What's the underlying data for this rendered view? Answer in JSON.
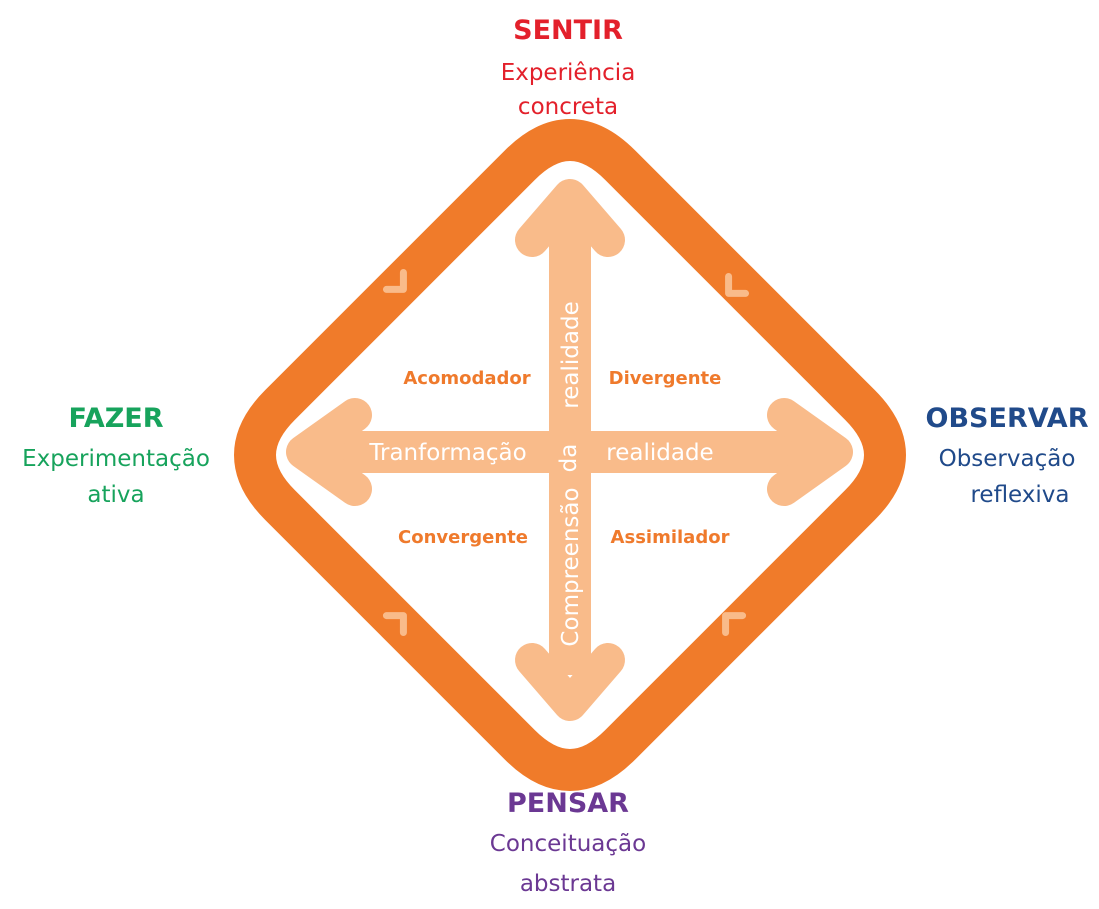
{
  "colors": {
    "cycle_orange": "#f07b2a",
    "axis_peach": "#f9bb8a",
    "quadrant_text": "#ef7a2c",
    "sentir": "#e3202b",
    "observar": "#204a8a",
    "pensar": "#6b3893",
    "fazer": "#17a35c"
  },
  "poles": {
    "sentir": {
      "title": "SENTIR",
      "line1": "Experiência",
      "line2": "concreta"
    },
    "observar": {
      "title": "OBSERVAR",
      "line1": "Observação",
      "line2": "reflexiva"
    },
    "pensar": {
      "title": "PENSAR",
      "line1": "Conceituação",
      "line2": "abstrata"
    },
    "fazer": {
      "title": "FAZER",
      "line1": "Experimentação",
      "line2": "ativa"
    }
  },
  "quadrants": {
    "top_left": "Acomodador",
    "top_right": "Divergente",
    "bottom_left": "Convergente",
    "bottom_right": "Assimilador"
  },
  "axes": {
    "horizontal_left": "Tranformação",
    "horizontal_right": "realidade",
    "vertical_bottom": "Compreensão",
    "vertical_top": "realidade",
    "center": "da"
  },
  "icons": {
    "cycle_arrows": "chevron-arrow-icon",
    "axis_arrows": "double-headed-arrow-icon"
  }
}
